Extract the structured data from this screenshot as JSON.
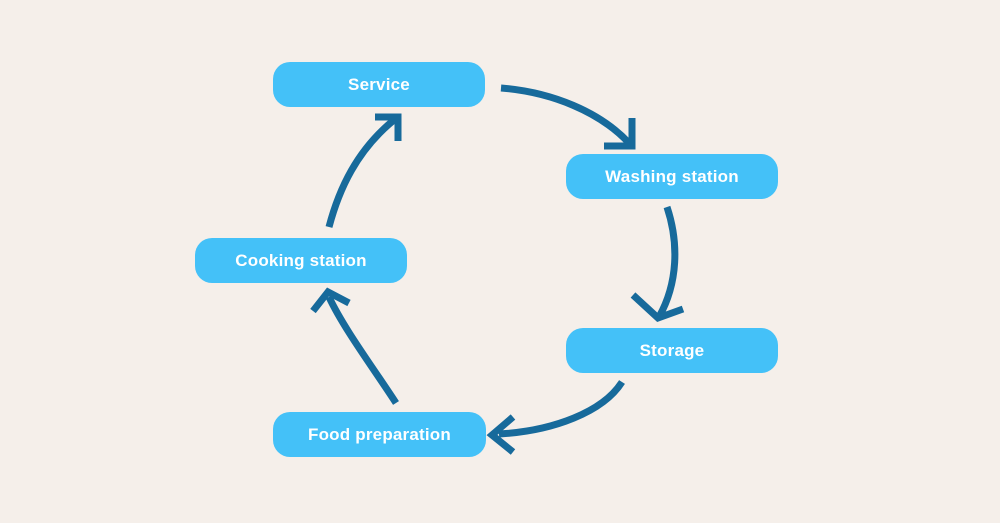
{
  "diagram": {
    "type": "cycle-flowchart",
    "nodes": [
      {
        "id": "service",
        "label": "Service"
      },
      {
        "id": "washing-station",
        "label": "Washing station"
      },
      {
        "id": "storage",
        "label": "Storage"
      },
      {
        "id": "food-preparation",
        "label": "Food preparation"
      },
      {
        "id": "cooking-station",
        "label": "Cooking station"
      }
    ],
    "edges": [
      {
        "from": "Service",
        "to": "Washing station"
      },
      {
        "from": "Washing station",
        "to": "Storage"
      },
      {
        "from": "Storage",
        "to": "Food preparation"
      },
      {
        "from": "Food preparation",
        "to": "Cooking station"
      },
      {
        "from": "Cooking station",
        "to": "Service"
      }
    ],
    "colors": {
      "background": "#f5efea",
      "node_fill": "#44c1f8",
      "node_text": "#ffffff",
      "arrow": "#176a9b"
    }
  }
}
